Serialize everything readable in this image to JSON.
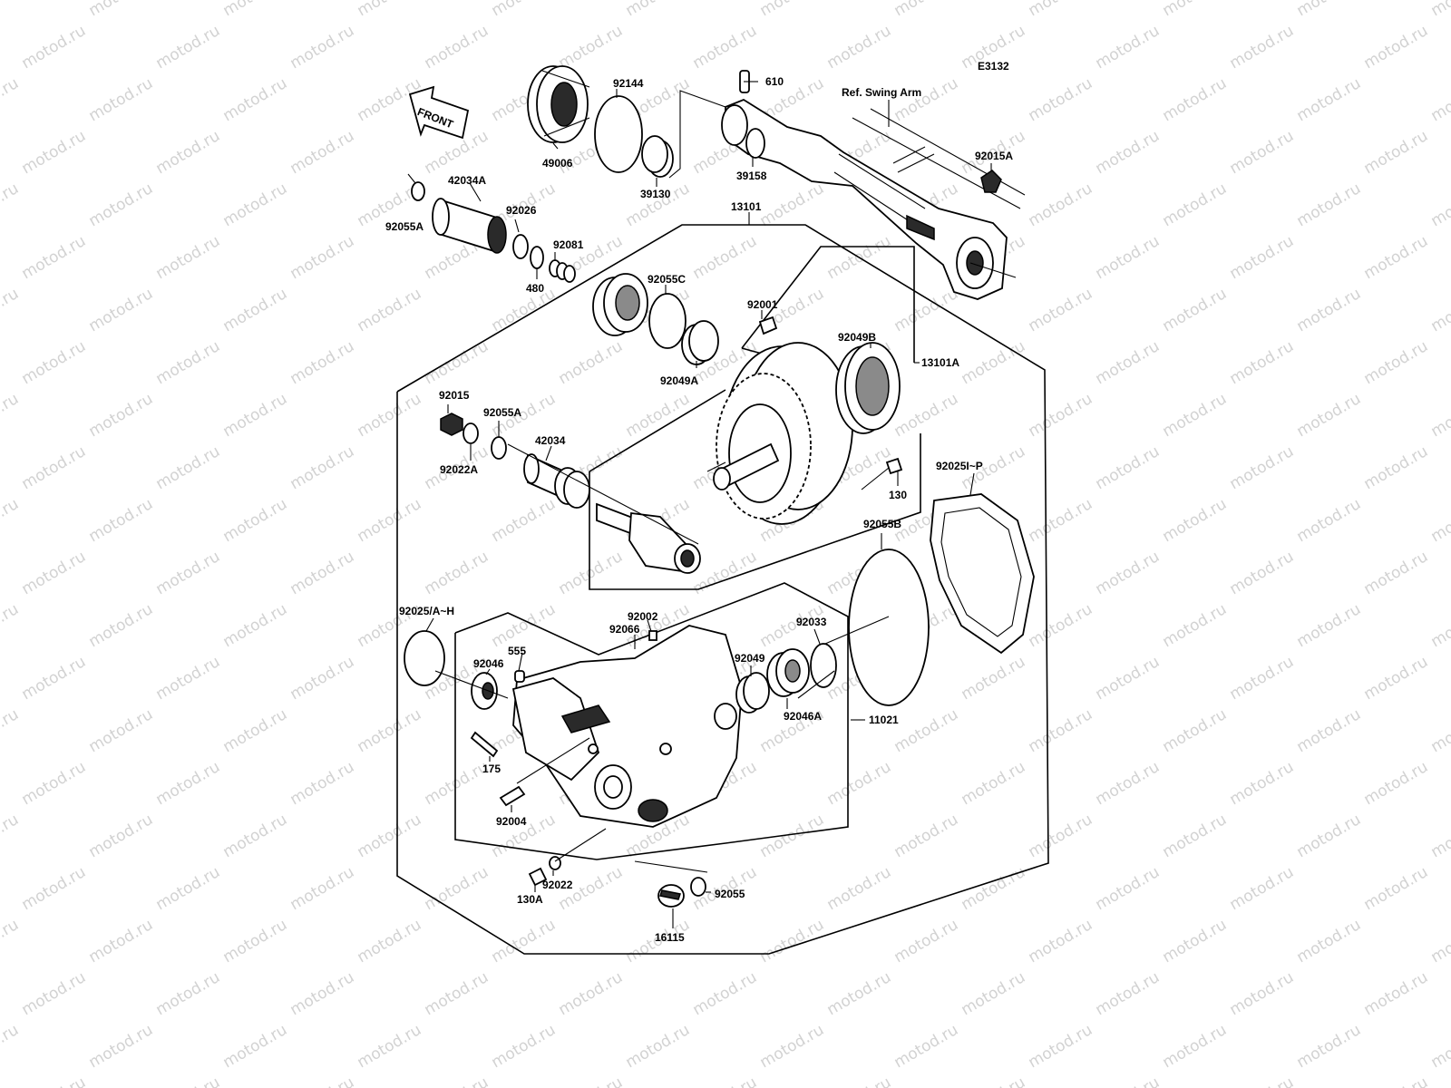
{
  "diagram_code": "E3132",
  "reference_note": "Ref. Swing Arm",
  "front_arrow": "FRONT",
  "watermark": "motod.ru",
  "colors": {
    "line": "#000000",
    "background": "#ffffff",
    "watermark": "#d2d2d2"
  },
  "labels": {
    "p92144": "92144",
    "p610": "610",
    "p49006": "49006",
    "p39130": "39130",
    "p39158": "39158",
    "p92015A": "92015A",
    "p42034A": "42034A",
    "p92026": "92026",
    "p92055A_top": "92055A",
    "p92081": "92081",
    "p480": "480",
    "p13101": "13101",
    "p92055C": "92055C",
    "p92001": "92001",
    "p92049A": "92049A",
    "p92049B": "92049B",
    "p13101A": "13101A",
    "p92015": "92015",
    "p92055A_mid": "92055A",
    "p42034": "42034",
    "p92022A": "92022A",
    "p130": "130",
    "p92025I_P": "92025I~P",
    "p92055B": "92055B",
    "p92025A_H": "92025/A~H",
    "p92002": "92002",
    "p92066": "92066",
    "p92033": "92033",
    "p555": "555",
    "p92046": "92046",
    "p92049": "92049",
    "p92046A": "92046A",
    "p11021": "11021",
    "p175": "175",
    "p92004": "92004",
    "p92022": "92022",
    "p130A": "130A",
    "p92055": "92055",
    "p16115": "16115"
  }
}
